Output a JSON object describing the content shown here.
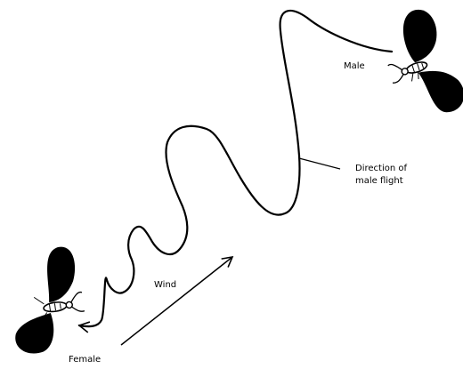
{
  "labels": {
    "male": "Male",
    "female": "Female",
    "wind": "Wind",
    "direction_line1": "Direction of",
    "direction_line2": "male flight"
  },
  "colors": {
    "ink": "#000000",
    "background": "#ffffff"
  }
}
